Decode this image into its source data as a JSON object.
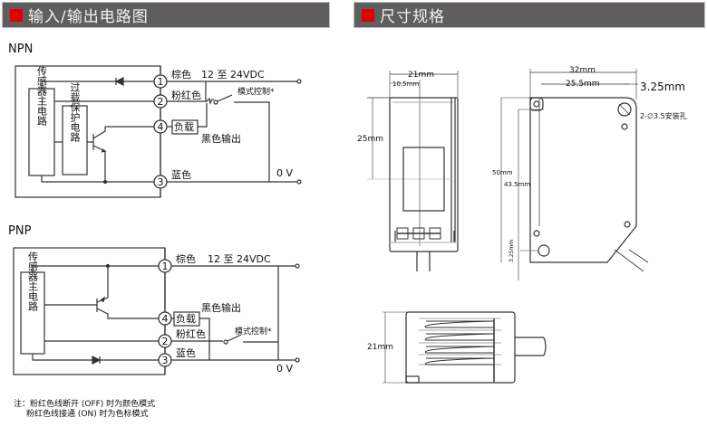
{
  "sections": {
    "left_title": "输入/输出电路图",
    "right_title": "尺寸规格",
    "accent_color": "#e00000",
    "header_bg": "#5f5d5e"
  },
  "npn": {
    "label": "NPN",
    "main_circuit": "传感器主电路",
    "protection_circuit": "过载保护电路",
    "pins": [
      "1",
      "2",
      "4",
      "3"
    ],
    "wire_brown": "棕色",
    "wire_pink": "粉红色",
    "wire_blue": "蓝色",
    "load": "负载",
    "supply": "12 至 24VDC",
    "black_output": "黑色输出",
    "mode_control": "模式控制*",
    "zero_v": "0 V"
  },
  "pnp": {
    "label": "PNP",
    "main_circuit": "传感器主电路",
    "pins": [
      "1",
      "4",
      "2",
      "3"
    ],
    "wire_brown": "棕色",
    "wire_pink": "粉红色",
    "wire_blue": "蓝色",
    "load": "负载",
    "supply": "12 至 24VDC",
    "black_output": "黑色输出",
    "mode_control": "模式控制*",
    "zero_v": "0 V"
  },
  "note": {
    "line1": "注：粉红色线断开 (OFF) 时为颜色模式",
    "line2": "粉红色线接通 (ON) 时为色标模式"
  },
  "dimensions": {
    "front_width": "21mm",
    "front_half": "10.5mm",
    "front_height": "25mm",
    "side_width": "32mm",
    "hole_spacing": "25.5mm",
    "hole_offset": "3.25mm",
    "mount_holes": "2-∅3.5安装孔",
    "total_height": "50mm",
    "hole_height": "43.5mm",
    "bottom_offset": "3.25mm",
    "top_view_height": "21mm"
  }
}
